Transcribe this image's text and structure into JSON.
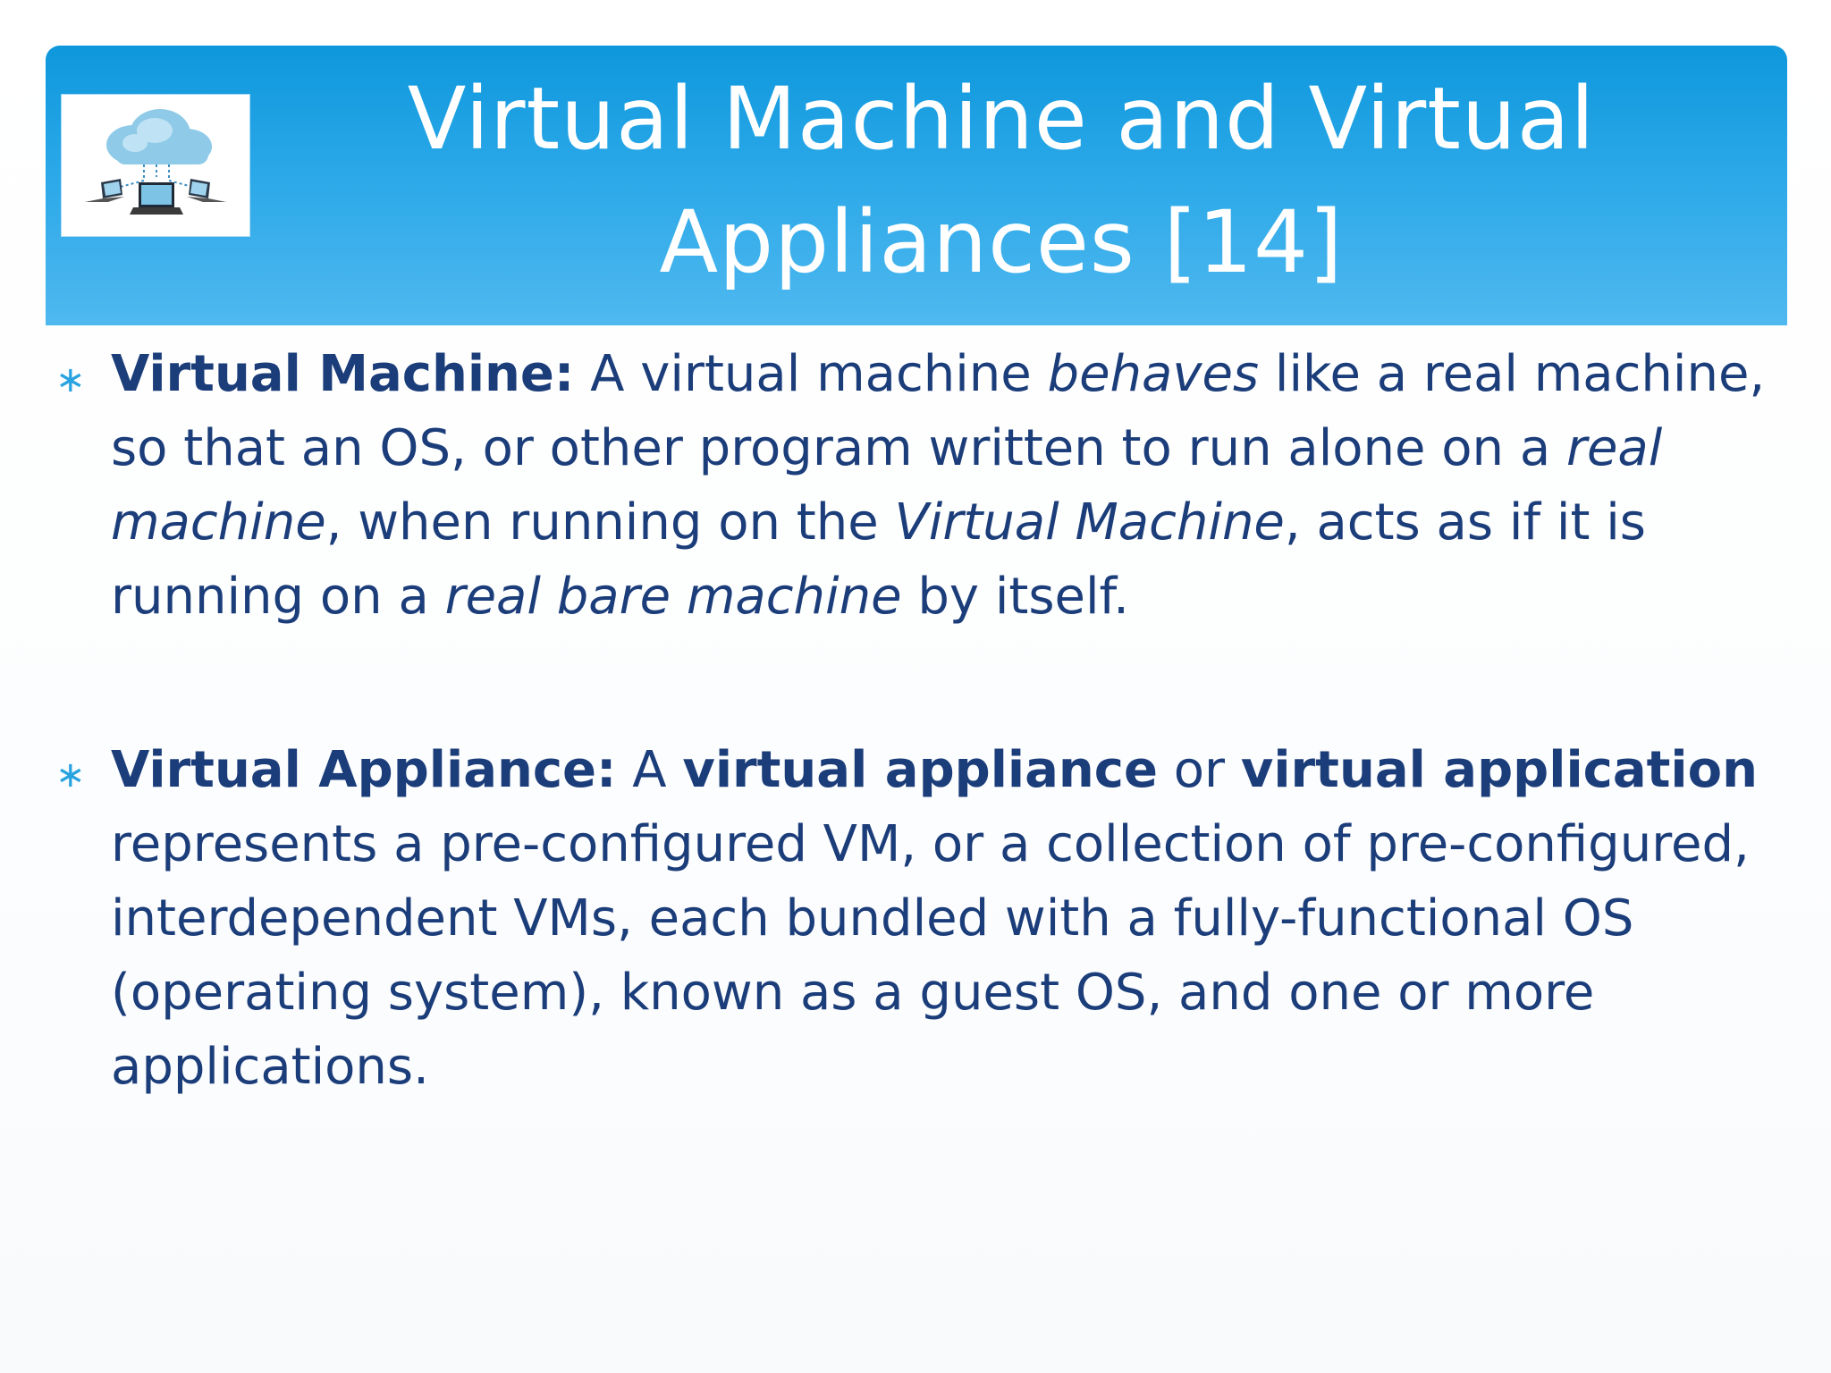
{
  "slide": {
    "title": "Virtual Machine and Virtual\nAppliances [14]",
    "logo_icon": "cloud-network-icon",
    "bullet_marker": "∗",
    "colors": {
      "title_bar_top": "#0e97dc",
      "title_bar_bottom": "#4fb8ef",
      "title_text": "#ffffff",
      "body_text": "#1b3d7a",
      "bullet_marker": "#29a3e0"
    },
    "bullets": [
      {
        "term": "Virtual Machine:",
        "t1": " A virtual machine ",
        "i1": "behaves",
        "t2": " like a real machine, so that an OS, or other program written to run alone on a ",
        "i2": "real machine",
        "t3": ", when running on the ",
        "i3": "Virtual Machine",
        "t4": ", acts as if it is running on a ",
        "i4": "real bare machine",
        "t5": " by itself."
      },
      {
        "term": "Virtual Appliance:",
        "t1": " A ",
        "b1": "virtual appliance",
        "t2": " or ",
        "b2": "virtual application",
        "t3": " represents a pre-configured VM, or a collection of pre-configured, interdependent VMs, each bundled with a fully-functional OS (operating system), known as a guest OS, and one or more applications."
      }
    ]
  }
}
